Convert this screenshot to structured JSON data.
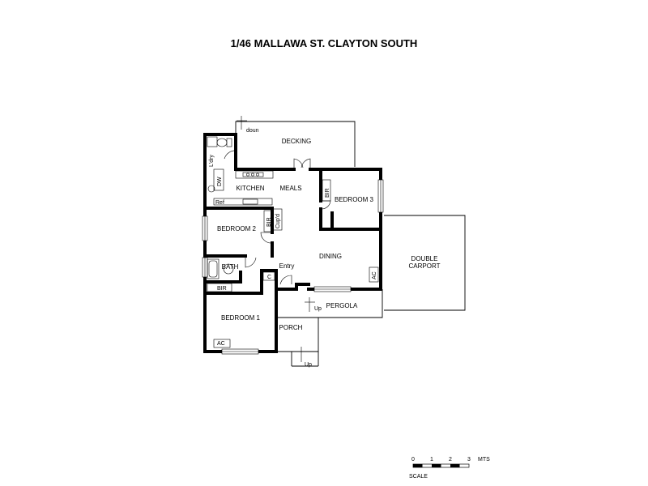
{
  "title": "1/46 MALLAWA ST. CLAYTON SOUTH",
  "rooms": {
    "decking": "DECKING",
    "kitchen": "KITCHEN",
    "meals": "MEALS",
    "bedroom3": "BEDROOM 3",
    "bedroom2": "BEDROOM 2",
    "dining": "DINING",
    "double_carport_line1": "DOUBLE",
    "double_carport_line2": "CARPORT",
    "bath": "BATH",
    "entry": "Entry",
    "pergola": "PERGOLA",
    "bedroom1": "BEDROOM 1",
    "porch": "PORCH"
  },
  "fixtures": {
    "ldry": "L'dry",
    "dw": "DW",
    "ref": "Ref",
    "bir_bed3": "BIR",
    "bir_bed2": "BIR",
    "cupd": "Cup'd",
    "bir_bed1": "BIR",
    "ac_dining": "AC",
    "ac_bed1": "AC",
    "c": "C"
  },
  "stairs": {
    "down": "doun",
    "up_pergola": "Up",
    "up_porch": "Up"
  },
  "scale": {
    "ticks": [
      "0",
      "1",
      "2",
      "3"
    ],
    "unit": "MTS",
    "label": "SCALE"
  }
}
